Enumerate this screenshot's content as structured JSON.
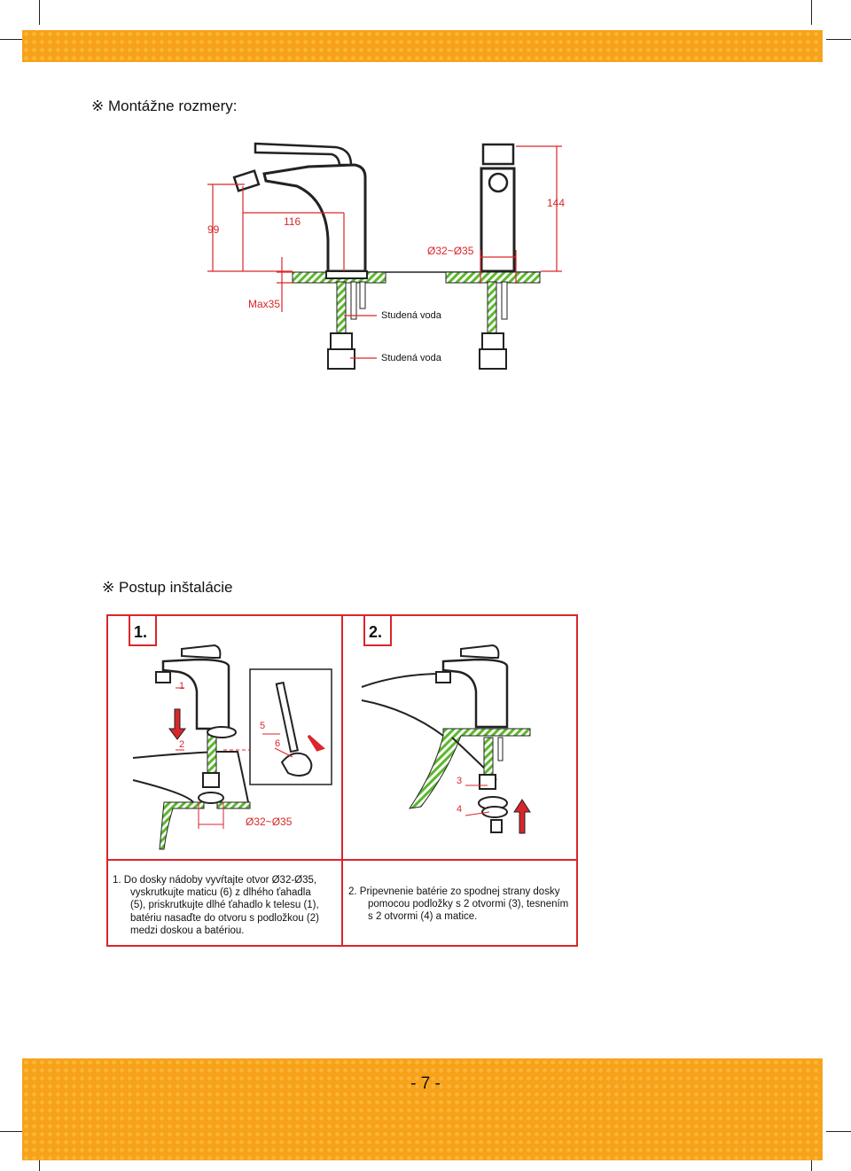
{
  "header": {
    "band_color": "#f7a21b"
  },
  "section1": {
    "marker": "※",
    "title": "Montážne rozmery:"
  },
  "diagram": {
    "dim_99": "99",
    "dim_116": "116",
    "dim_144": "144",
    "dim_hole": "Ø32~Ø35",
    "dim_max": "Max35",
    "label_cold_1": "Studená voda",
    "label_cold_2": "Studená voda"
  },
  "section2": {
    "marker": "※",
    "title": "Postup inštalácie"
  },
  "steps": [
    {
      "number": "1.",
      "labels": [
        "1",
        "2",
        "5",
        "6",
        "Ø32~Ø35"
      ],
      "text": [
        "1.  Do dosky nádoby vyvŕtajte otvor Ø32-Ø35,",
        "vyskrutkujte maticu (6) z dlhého ťahadla",
        "(5), priskrutkujte dlhé ťahadlo k telesu (1),",
        "batériu nasaďte do otvoru s podložkou (2)",
        "medzi doskou a batériou."
      ]
    },
    {
      "number": "2.",
      "labels": [
        "3",
        "4"
      ],
      "text": [
        "2.  Pripevnenie batérie zo spodnej strany dosky",
        "pomocou podložky s 2 otvormi (3), tesnením",
        "s 2 otvormi (4) a matice."
      ]
    }
  ],
  "footer": {
    "page_number": "- 7 -"
  },
  "colors": {
    "accent_red": "#d9262b",
    "hatch_green": "#5cb82d",
    "band_orange": "#f7a21b"
  }
}
